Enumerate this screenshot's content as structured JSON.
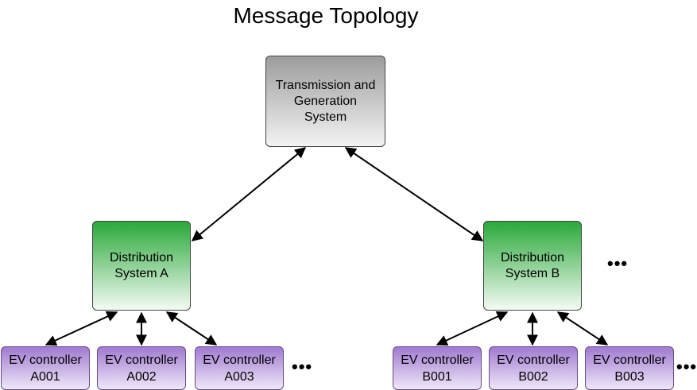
{
  "title": "Message Topology",
  "nodes": {
    "transmission": "Transmission and\nGeneration\nSystem",
    "dist_a": "Distribution\nSystem A",
    "dist_b": "Distribution\nSystem B",
    "ev_a001": "EV controller\nA001",
    "ev_a002": "EV controller\nA002",
    "ev_a003": "EV controller\nA003",
    "ev_b001": "EV controller\nB001",
    "ev_b002": "EV controller\nB002",
    "ev_b003": "EV controller\nB003"
  },
  "ellipsis": "•••",
  "colors": {
    "transmission_gradient": [
      "#9c9c9c",
      "#f3f3f3"
    ],
    "distribution_gradient": [
      "#2aa83a",
      "#f4fbf4"
    ],
    "ev_gradient": [
      "#a07ad0",
      "#efe7f8"
    ],
    "edge": "#000000"
  },
  "edges": [
    {
      "from": "transmission",
      "to": "dist_a",
      "style": "bidirectional"
    },
    {
      "from": "transmission",
      "to": "dist_b",
      "style": "bidirectional"
    },
    {
      "from": "dist_a",
      "to": "ev_a001",
      "style": "bidirectional"
    },
    {
      "from": "dist_a",
      "to": "ev_a002",
      "style": "bidirectional"
    },
    {
      "from": "dist_a",
      "to": "ev_a003",
      "style": "bidirectional"
    },
    {
      "from": "dist_b",
      "to": "ev_b001",
      "style": "bidirectional"
    },
    {
      "from": "dist_b",
      "to": "ev_b002",
      "style": "bidirectional"
    },
    {
      "from": "dist_b",
      "to": "ev_b003",
      "style": "bidirectional"
    }
  ]
}
